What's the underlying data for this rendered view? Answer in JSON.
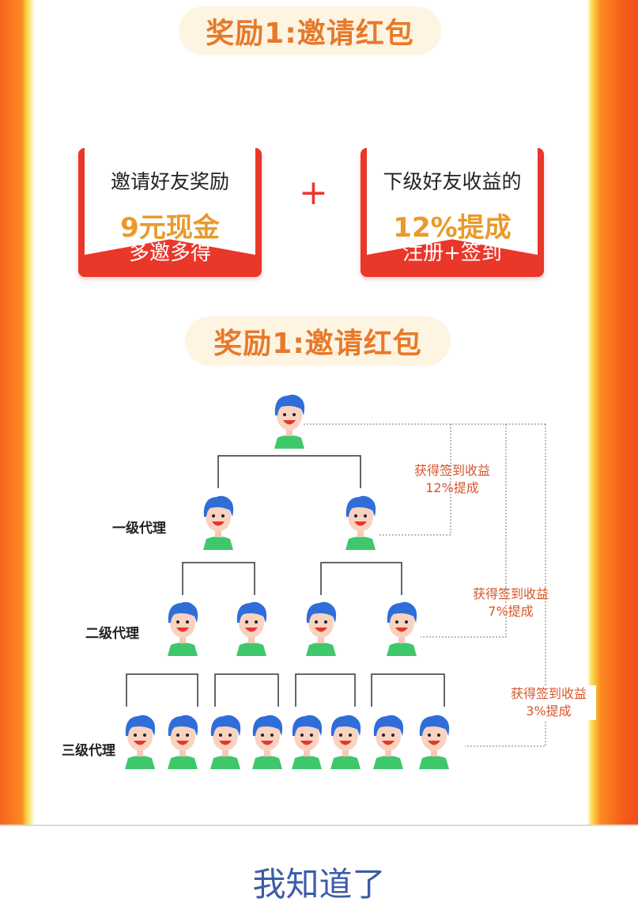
{
  "poster": {
    "title_top": "奖励1:邀请红包",
    "title_mid": "奖励1:邀请红包",
    "card_left": {
      "top": "邀请好友奖励",
      "big": "9元现金",
      "bottom": "多邀多得"
    },
    "card_right": {
      "top": "下级好友收益的",
      "big": "12%提成",
      "bottom": "注册+签到"
    },
    "plus": "+",
    "levels": {
      "l1": "一级代理",
      "l2": "二级代理",
      "l3": "三级代理"
    },
    "notes": {
      "n1_line1": "获得签到收益",
      "n1_line2": "12%提成",
      "n2_line1": "获得签到收益",
      "n2_line2": "7%提成",
      "n3_line1": "获得签到收益",
      "n3_line2": "3%提成"
    }
  },
  "dialog": {
    "confirm_label": "我知道了"
  },
  "colors": {
    "accent_red": "#e9372a",
    "title_orange": "#e8792a",
    "gold": "#e99a2a",
    "button_blue": "#3c5ca8"
  },
  "icons": {
    "person": "person-avatar-icon"
  }
}
